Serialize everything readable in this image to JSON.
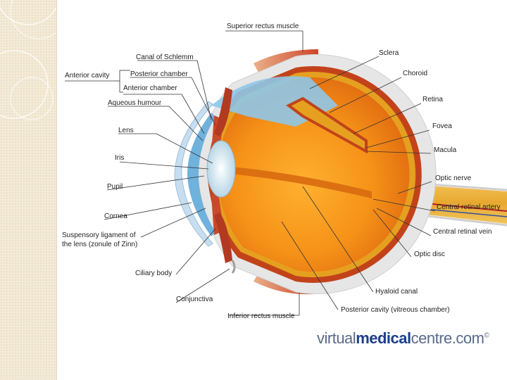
{
  "labels": {
    "superior_rectus": "Superior rectus muscle",
    "sclera": "Sclera",
    "canal_of_schlemm": "Canal of Schlemm",
    "anterior_cavity": "Anterior cavity",
    "posterior_chamber": "Posterior chamber",
    "anterior_chamber": "Anterior chamber",
    "choroid": "Choroid",
    "aqueous_humour": "Aqueous humour",
    "retina": "Retina",
    "lens": "Lens",
    "fovea": "Fovea",
    "iris": "Iris",
    "macula": "Macula",
    "optic_nerve": "Optic nerve",
    "pupil": "Pupil",
    "central_retinal_artery": "Central retinal artery",
    "cornea": "Cornea",
    "central_retinal_vein": "Central retinal vein",
    "suspensory_ligament_1": "Suspensory ligament of",
    "suspensory_ligament_2": "the lens (zonule of Zinn)",
    "optic_disc": "Optic disc",
    "ciliary_body": "Ciliary body",
    "hyaloid_canal": "Hyaloid canal",
    "conjunctiva": "Conjunctiva",
    "posterior_cavity": "Posterior cavity (vitreous chamber)",
    "inferior_rectus": "Inferior rectus muscle"
  },
  "logo": {
    "part1": "virtual",
    "part2": "medical",
    "part3": "centre.com",
    "copyright": "©"
  },
  "colors": {
    "sidebar": "#f3ead7",
    "vitreous": "#f39a1c",
    "sclera": "#e4e4e4",
    "choroid": "#c44a1c",
    "muscle": "#d95a3a",
    "logo_dark": "#1c3f8c"
  }
}
